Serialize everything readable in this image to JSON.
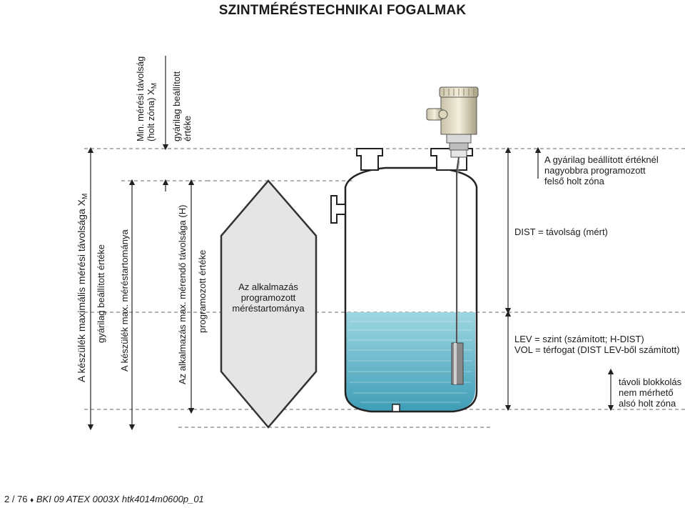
{
  "title": "SZINTMÉRÉSTECHNIKAI FOGALMAK",
  "left_labels": {
    "device_max_distance": "A készülék maximális mérési távolsága X",
    "device_max_distance_sub": "M",
    "factory_value_1": "gyárilag beállított értéke",
    "device_max_range": "A készülék max. méréstartománya",
    "app_max_distance": "Az alkalmazás max. mérendő távolsága (H)",
    "programmed_value": "programozott értéke"
  },
  "top_labels": {
    "min_distance_line1": "Min. mérési távolság",
    "min_distance_line2": "(holt zóna) X",
    "min_distance_sub": "M",
    "factory_value_line1": "gyárilag beállított",
    "factory_value_line2": "értéke"
  },
  "hexagon_label": {
    "line1": "Az alkalmazás",
    "line2": "programozott",
    "line3": "méréstartománya"
  },
  "right_labels": {
    "upper_dead_zone": [
      "A gyárilag beállított értéknél",
      "nagyobbra programozott",
      "felső holt zóna"
    ],
    "dist": "DIST = távolság (mért)",
    "lev": "LEV = szint (számított; H-DIST)",
    "vol": "VOL = térfogat (DIST  LEV-ből számított)",
    "lower_dead_zone": [
      "távoli blokkolás",
      "nem mérhető",
      "alsó holt zóna"
    ]
  },
  "footer": {
    "page": "2 / 76",
    "separator": "♦",
    "doc": "BKI 09 ATEX 0003X htk4014m0600p_01"
  },
  "colors": {
    "water_top": "#8fd0dd",
    "water_bottom": "#3a99b3",
    "hexagon_fill": "#e6e6e6",
    "line": "#333333"
  }
}
